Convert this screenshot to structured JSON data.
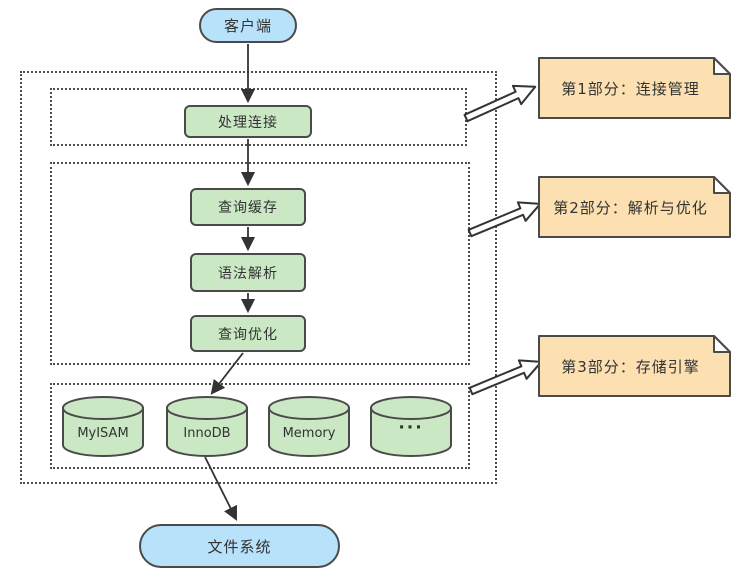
{
  "diagram": {
    "nodes": {
      "client": "客户端",
      "handle_connection": "处理连接",
      "query_cache": "查询缓存",
      "syntax_parser": "语法解析",
      "query_optimizer": "查询优化",
      "filesystem": "文件系统"
    },
    "engines": [
      {
        "label": "MyISAM"
      },
      {
        "label": "InnoDB"
      },
      {
        "label": "Memory"
      },
      {
        "label": "···"
      }
    ],
    "notes": [
      {
        "label": "第1部分：连接管理"
      },
      {
        "label": "第2部分：解析与优化"
      },
      {
        "label": "第3部分：存储引擎"
      }
    ],
    "colors": {
      "client_fill": "#b8e1fa",
      "process_fill": "#cbe8c5",
      "note_fill": "#fce0b2",
      "outline": "#4a4a4a",
      "arrow": "#333333"
    }
  }
}
